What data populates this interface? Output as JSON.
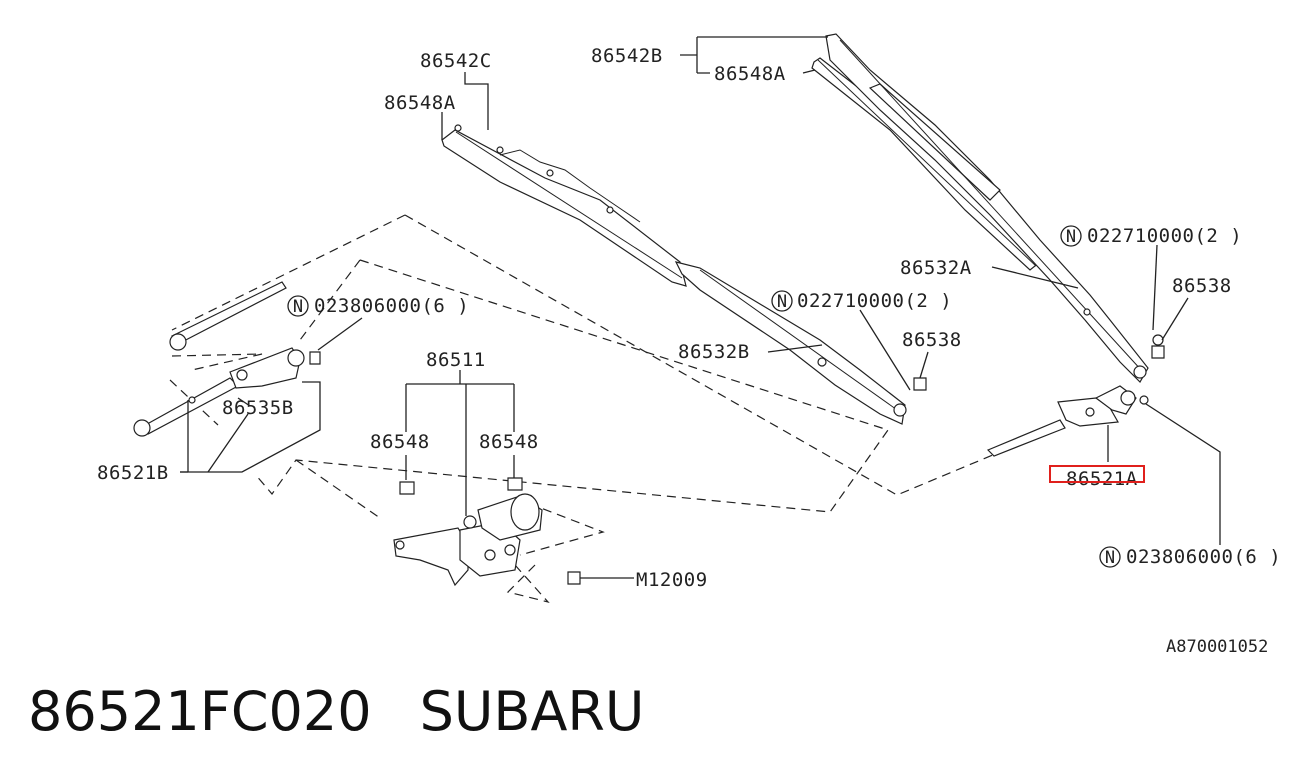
{
  "labels": {
    "blade_left_link": "86542C",
    "rubber_left": "86548A",
    "blade_right_link": "86542B",
    "rubber_right": "86548A",
    "nut_left_arm": "022710000(2 )",
    "nut_right_arm": "022710000(2 )",
    "cap_right": "86538",
    "cap_left": "86538",
    "arm_right": "86532A",
    "arm_left": "86532B",
    "nut_left_link": "023806000(6 )",
    "link_bracket": "86535B",
    "link_left": "86521B",
    "motor_assy": "86511",
    "grommet_left": "86548",
    "grommet_right": "86548",
    "bolt": "M12009",
    "link_right": "86521A",
    "nut_right_link": "023806000(6 )",
    "drawing_number": "A870001052"
  },
  "n_marker": "N",
  "caption": {
    "part_number": "86521FC020",
    "brand": "SUBARU"
  },
  "highlight_color": "#e0201c"
}
